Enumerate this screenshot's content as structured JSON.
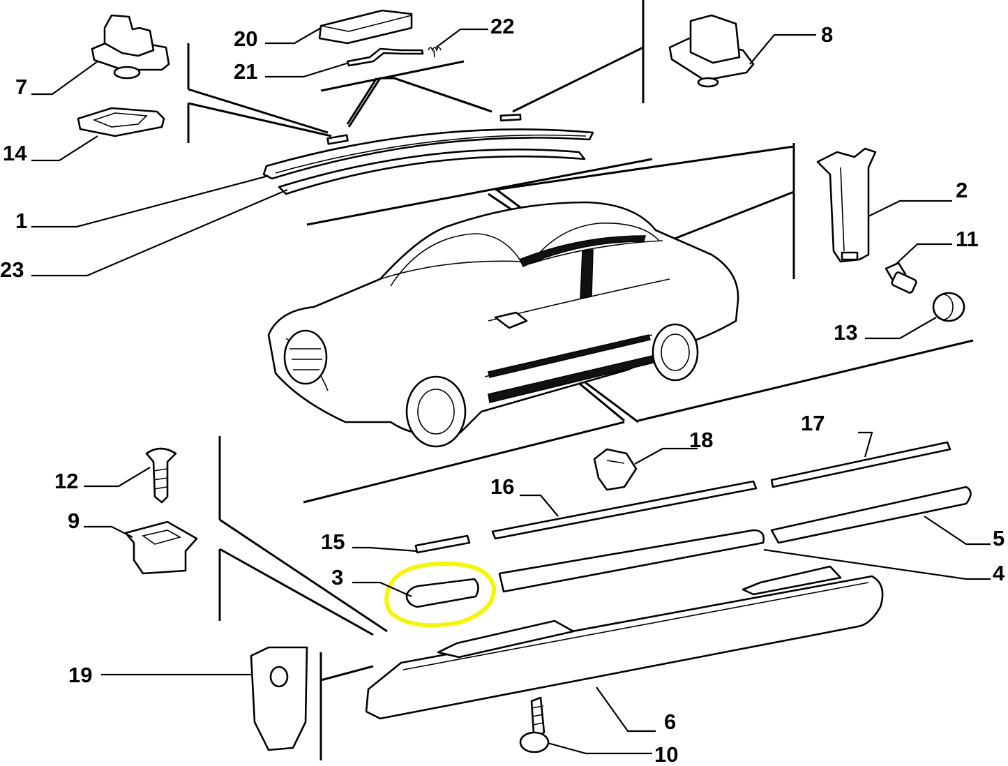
{
  "diagram": {
    "labels": {
      "n1": "1",
      "n2": "2",
      "n3": "3",
      "n4": "4",
      "n5": "5",
      "n6": "6",
      "n7": "7",
      "n8": "8",
      "n9": "9",
      "n10": "10",
      "n11": "11",
      "n12": "12",
      "n13": "13",
      "n14": "14",
      "n15": "15",
      "n16": "16",
      "n17": "17",
      "n18": "18",
      "n19": "19",
      "n20": "20",
      "n21": "21",
      "n22": "22",
      "n23": "23"
    },
    "highlight_color": "#f5f50a",
    "highlighted_part": "3"
  }
}
